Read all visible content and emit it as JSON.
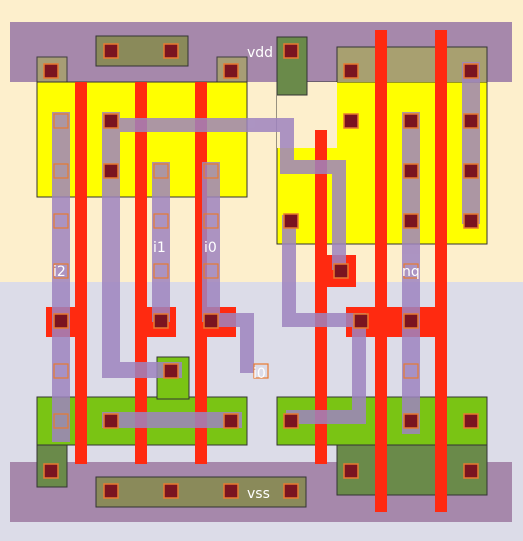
{
  "labels": {
    "vdd": "vdd",
    "vss": "vss",
    "i2": "i2",
    "i1": "i1",
    "i0": "i0",
    "i0_pin": "i0",
    "nq": "nq"
  },
  "colors": {
    "nwell_bg": "#fdefcc",
    "pwell_bg": "#dcdce8",
    "rail": "#a688ab",
    "pdiff": "#ffff00",
    "ndiff": "#7ac414",
    "poly": "#ff2a10",
    "metal1": "#9e84c0",
    "contact": "#7a1420",
    "contact_outline": "#e87a30"
  }
}
